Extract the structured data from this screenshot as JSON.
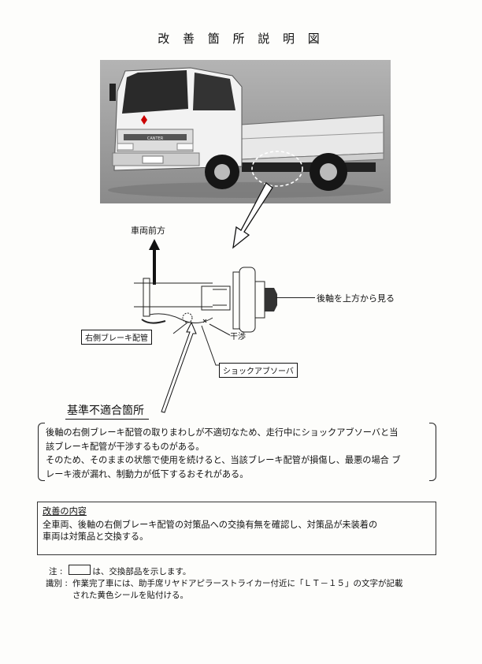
{
  "title": "改 善 箇 所 説 明 図",
  "labels": {
    "vehicle_front": "車両前方",
    "rear_axle_view": "後軸を上方から見る",
    "right_brake_pipe": "右側ブレーキ配管",
    "interference": "干渉",
    "shock_absorber": "ショックアブソーバ",
    "nonconformance": "基準不適合箇所"
  },
  "description": [
    "後軸の右側ブレーキ配管の取りまわしが不適切なため、走行中にショックアブソーバと当",
    "該ブレーキ配管が干渉するものがある。",
    "そのため、そのままの状態で使用を続けると、当該ブレーキ配管が損傷し、最悪の場合 ブ",
    "レーキ液が漏れ、制動力が低下するおそれがある。"
  ],
  "improvement": {
    "heading": "改善の内容",
    "lines": [
      "全車両、後軸の右側ブレーキ配管の対策品への交換有無を確認し、対策品が未装着の",
      "車両は対策品と交換する。"
    ]
  },
  "notes": {
    "note_label": "注",
    "note_text": "は、交換部品を示します。",
    "id_label": "識別",
    "id_lines": [
      "作業完了車には、助手席リヤドアピラーストライカー付近に「ＬＴ－１５」の文字が記載",
      "された黄色シールを貼付ける。"
    ]
  },
  "truck_badge": "CANTER"
}
